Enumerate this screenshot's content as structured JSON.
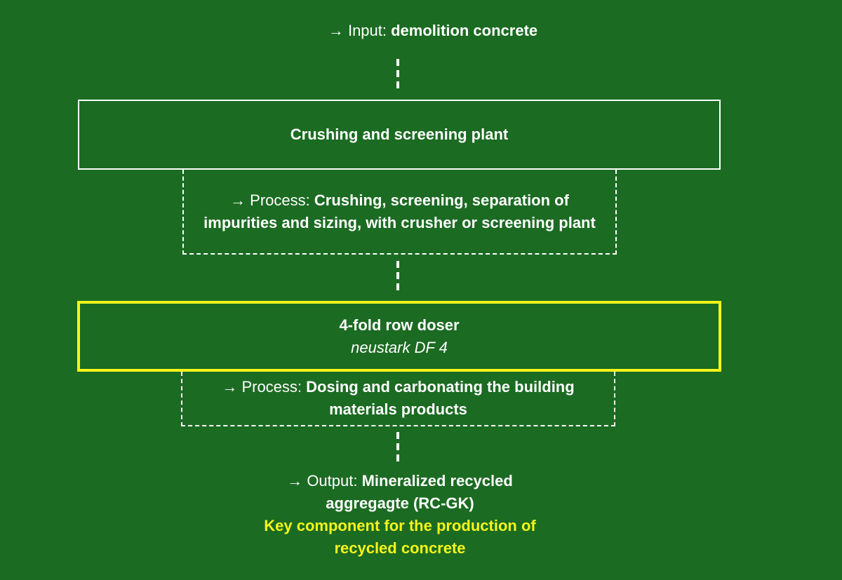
{
  "input": {
    "arrow_icon": "right-arrow",
    "label": "Input: ",
    "value": "demolition concrete"
  },
  "stage1": {
    "title": "Crushing and screening plant",
    "process": {
      "label": "Process: ",
      "value": "Crushing, screening, separation of impurities and sizing, with crusher or screening plant"
    }
  },
  "stage2": {
    "title": "4-fold row doser",
    "subtitle": "neustark DF 4",
    "process": {
      "label": "Process: ",
      "value": "Dosing and carbonating the building materials products"
    }
  },
  "output": {
    "label": "Output: ",
    "value": "Mineralized recycled aggregagte (RC-GK)",
    "highlight": "Key component for the production of recycled concrete"
  },
  "colors": {
    "background": "#1b6b22",
    "text": "#ffffff",
    "highlight": "#f5f51a"
  }
}
